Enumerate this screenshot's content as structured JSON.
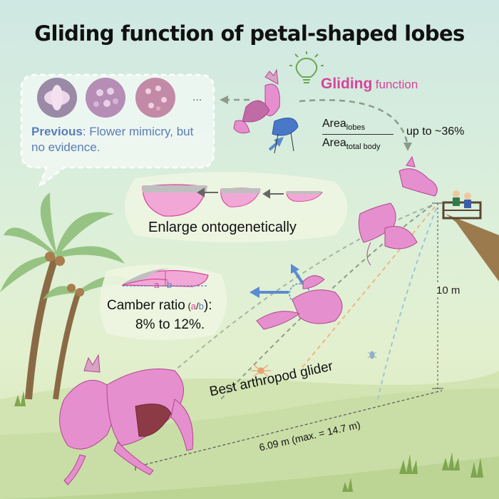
{
  "title": "Gliding function of petal-shaped lobes",
  "gliding": {
    "word": "Gliding",
    "rest": "function",
    "icon": "lightbulb-icon"
  },
  "previous": {
    "bold": "Previous",
    "text": ": Flower mimicry, but no evidence.",
    "ellipsis": "..."
  },
  "area_ratio": {
    "numerator": "Area",
    "numerator_sub": "lobes",
    "denominator": "Area",
    "denominator_sub": "total body",
    "result": "up to ~36%"
  },
  "enlarge": "Enlarge ontogenetically",
  "camber": {
    "label": "Camber ratio",
    "paren_open": " (",
    "a": "a",
    "slash": "/",
    "b": "b",
    "paren_close": "):",
    "range": "8% to 12%.",
    "diagram_a": "a",
    "diagram_b": "b"
  },
  "height": "10 m",
  "best": "Best arthropod glider",
  "distance": "6.09 m (max. = 14.7 m)",
  "colors": {
    "accent_pink": "#d6449b",
    "previous_blue": "#5b7db8",
    "arrow_blue": "#5b8bd0",
    "sky": "#cfe8e3",
    "ground": "#c9dea6"
  }
}
